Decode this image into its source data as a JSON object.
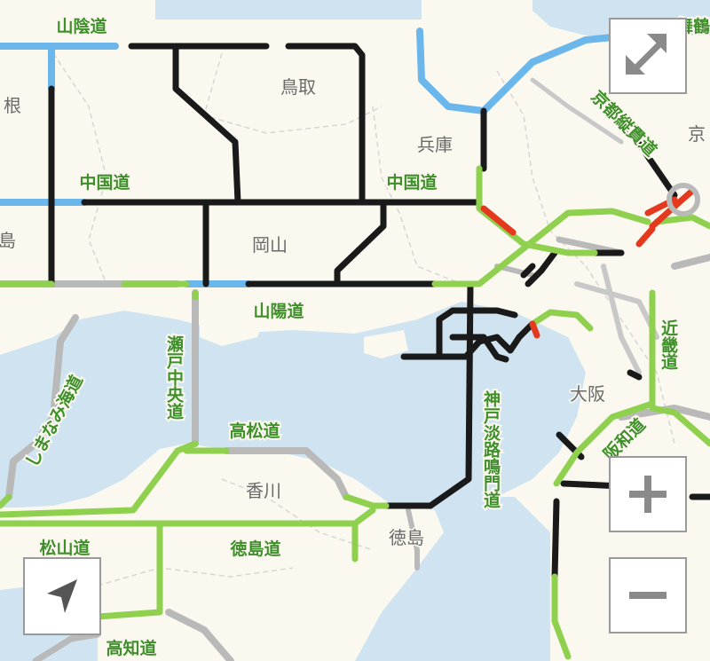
{
  "map": {
    "prefectures": [
      {
        "id": "tottori",
        "label": "鳥取"
      },
      {
        "id": "hyogo",
        "label": "兵庫"
      },
      {
        "id": "okayama",
        "label": "岡山"
      },
      {
        "id": "kagawa",
        "label": "香川"
      },
      {
        "id": "tokushima",
        "label": "徳島"
      },
      {
        "id": "osaka",
        "label": "大阪"
      },
      {
        "id": "shimane",
        "label": "根"
      },
      {
        "id": "hiroshima",
        "label": "島"
      },
      {
        "id": "kyoto",
        "label": "京"
      }
    ],
    "roads": [
      {
        "id": "sanin",
        "label": "山陰道"
      },
      {
        "id": "chugoku-west",
        "label": "中国道"
      },
      {
        "id": "chugoku-east",
        "label": "中国道"
      },
      {
        "id": "sanyo",
        "label": "山陽道"
      },
      {
        "id": "seto-chuo",
        "label": "瀬戸中央道"
      },
      {
        "id": "shimanami",
        "label": "しまなみ海道"
      },
      {
        "id": "takamatsu",
        "label": "高松道"
      },
      {
        "id": "tokushima",
        "label": "徳島道"
      },
      {
        "id": "matsuyama",
        "label": "松山道"
      },
      {
        "id": "kochi",
        "label": "高知道"
      },
      {
        "id": "kobe-awaji",
        "label": "神戸淡路鳴門道"
      },
      {
        "id": "kyoto-jukan",
        "label": "京都縦貫道"
      },
      {
        "id": "kinki",
        "label": "近畿道"
      },
      {
        "id": "hanwa",
        "label": "阪和道"
      },
      {
        "id": "maizuru",
        "label": "舞鶴道"
      }
    ],
    "colors": {
      "water": "#cfe4f0",
      "land": "#fbf9ef",
      "clear": "#8fd14f",
      "congested": "#e5391f",
      "closed": "#1a1a1a",
      "no_data": "#b9b9b9",
      "regular": "#6bb6ea"
    }
  },
  "controls": {
    "fullscreen_icon": "expand-arrows-icon",
    "zoom_in_icon": "plus-icon",
    "zoom_out_icon": "minus-icon",
    "locate_icon": "location-arrow-icon"
  }
}
